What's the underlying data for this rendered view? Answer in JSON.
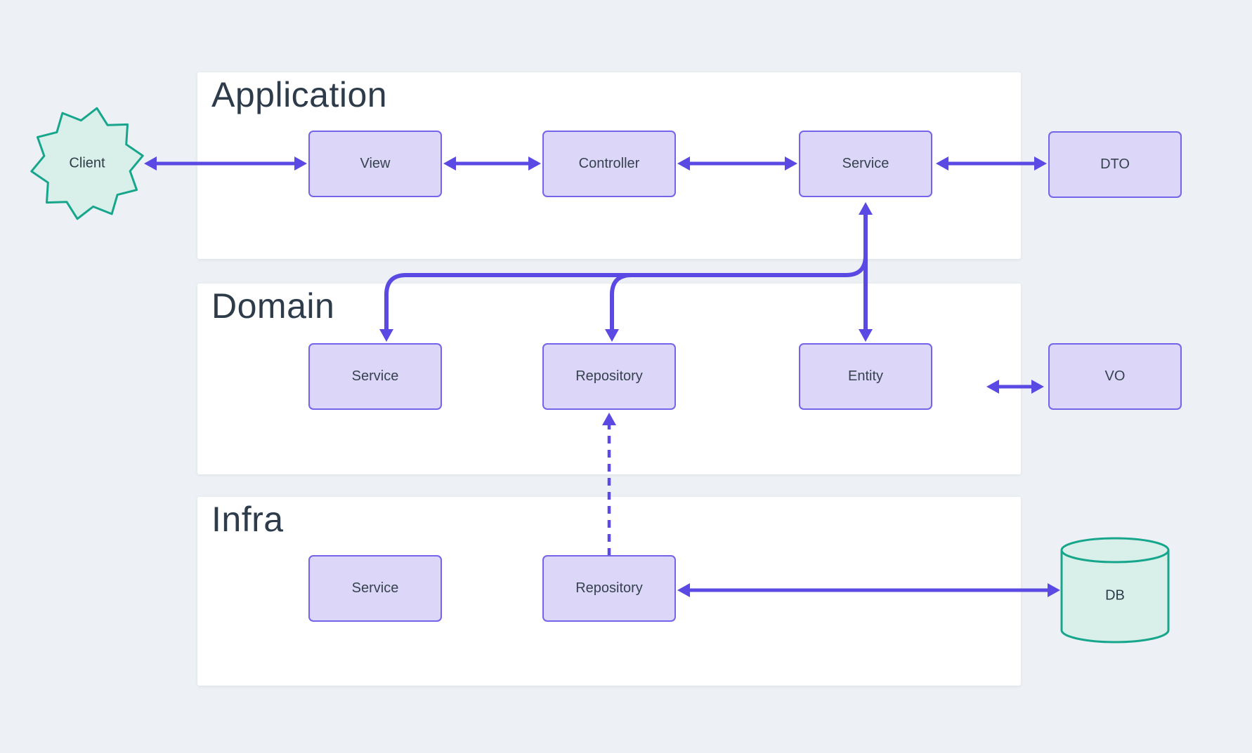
{
  "diagram": {
    "client": {
      "label": "Client"
    },
    "db": {
      "label": "DB"
    },
    "layers": [
      {
        "title": "Application",
        "boxes": [
          {
            "label": "View"
          },
          {
            "label": "Controller"
          },
          {
            "label": "Service"
          },
          {
            "label": "DTO"
          }
        ]
      },
      {
        "title": "Domain",
        "boxes": [
          {
            "label": "Service"
          },
          {
            "label": "Repository"
          },
          {
            "label": "Entity"
          },
          {
            "label": "VO"
          }
        ]
      },
      {
        "title": "Infra",
        "boxes": [
          {
            "label": "Service"
          },
          {
            "label": "Repository"
          }
        ]
      }
    ],
    "colors": {
      "background": "#edf1f5",
      "panel": "#ffffff",
      "arrow_purple": "#5a49e2",
      "box_border": "#7464ea",
      "box_fill": "#dcd6f8",
      "teal_stroke": "#17a68c",
      "teal_fill": "#d8efea"
    },
    "connections": [
      {
        "from": "Client",
        "to": "Application.View",
        "style": "solid-double-arrow"
      },
      {
        "from": "Application.View",
        "to": "Application.Controller",
        "style": "solid-double-arrow"
      },
      {
        "from": "Application.Controller",
        "to": "Application.Service",
        "style": "solid-double-arrow"
      },
      {
        "from": "Application.Service",
        "to": "DTO",
        "style": "solid-arrow"
      },
      {
        "from": "Application.Service",
        "to": "Domain.Service",
        "style": "solid-arrow"
      },
      {
        "from": "Application.Service",
        "to": "Domain.Repository",
        "style": "solid-arrow"
      },
      {
        "from": "Application.Service",
        "to": "Domain.Entity",
        "style": "solid-double-arrow"
      },
      {
        "from": "Domain.Entity",
        "to": "VO",
        "style": "solid-double-arrow"
      },
      {
        "from": "Infra.Repository",
        "to": "Domain.Repository",
        "style": "dashed-arrow"
      },
      {
        "from": "Infra.Repository",
        "to": "DB",
        "style": "solid-double-arrow"
      }
    ]
  }
}
